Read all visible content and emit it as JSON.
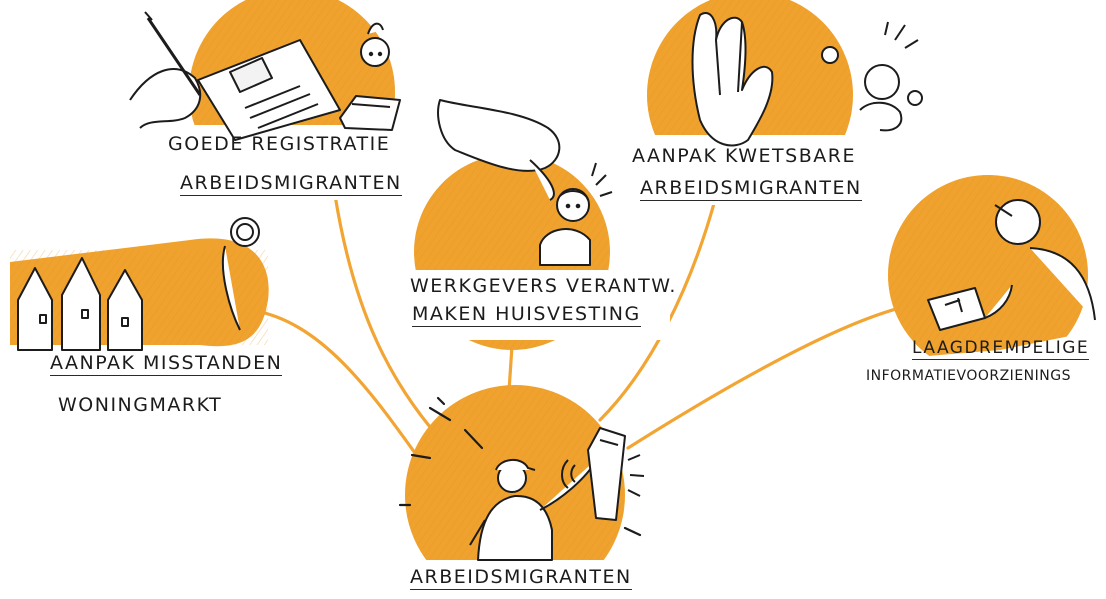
{
  "colors": {
    "accent": "#F0A22E",
    "connector": "#F2A533",
    "ink": "#1C1C1C"
  },
  "center": {
    "label": "ARBEIDSMIGRANTEN",
    "icon": "worker-with-phone-icon"
  },
  "topics": [
    {
      "id": "registratie",
      "line1": "GOEDE REGISTRATIE",
      "line2": "ARBEIDSMIGRANTEN",
      "icon": "clipboard-writing-icon"
    },
    {
      "id": "werkgevers",
      "line1": "WERKGEVERS VERANTW.",
      "line2": "MAKEN HUISVESTING",
      "icon": "pointing-hand-icon"
    },
    {
      "id": "kwetsbare",
      "line1": "AANPAK KWETSBARE",
      "line2": "ARBEIDSMIGRANTEN",
      "icon": "stop-hand-icon"
    },
    {
      "id": "woningmarkt",
      "line1": "AANPAK MISSTANDEN",
      "line2": "WONINGMARKT",
      "icon": "houses-magnifier-icon"
    },
    {
      "id": "informatie",
      "line1": "LAAGDREMPELIGE",
      "line2": "INFORMATIEVOORZIENINGS",
      "icon": "person-reading-tablet-icon"
    }
  ]
}
